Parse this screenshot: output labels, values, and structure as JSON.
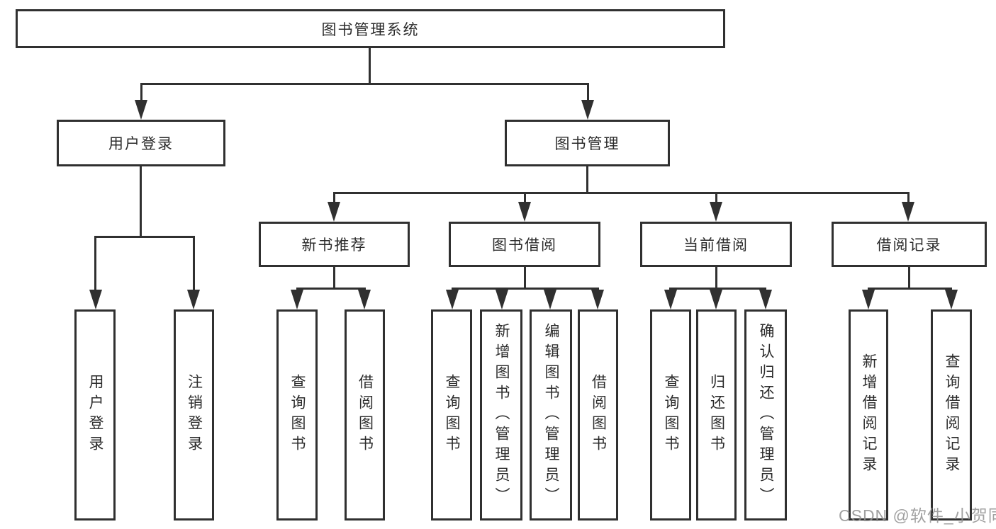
{
  "hierarchy": {
    "label": "图书管理系统",
    "children": [
      {
        "label": "用户登录",
        "children": [
          {
            "label": "用户登录"
          },
          {
            "label": "注销登录"
          }
        ]
      },
      {
        "label": "图书管理",
        "children": [
          {
            "label": "新书推荐",
            "children": [
              {
                "label": "查询图书"
              },
              {
                "label": "借阅图书"
              }
            ]
          },
          {
            "label": "图书借阅",
            "children": [
              {
                "label": "查询图书"
              },
              {
                "label": "新增图书（管理员）"
              },
              {
                "label": "编辑图书（管理员）"
              },
              {
                "label": "借阅图书"
              }
            ]
          },
          {
            "label": "当前借阅",
            "children": [
              {
                "label": "查询图书"
              },
              {
                "label": "归还图书"
              },
              {
                "label": "确认归还（管理员）"
              }
            ]
          },
          {
            "label": "借阅记录",
            "children": [
              {
                "label": "新增借阅记录"
              },
              {
                "label": "查询借阅记录"
              }
            ]
          }
        ]
      }
    ]
  },
  "watermark": {
    "text": "CSDN @软件_小贺同学"
  },
  "colors": {
    "line": "#303030",
    "text": "#2b2b2b",
    "background": "#ffffff",
    "watermark": "#919191"
  }
}
